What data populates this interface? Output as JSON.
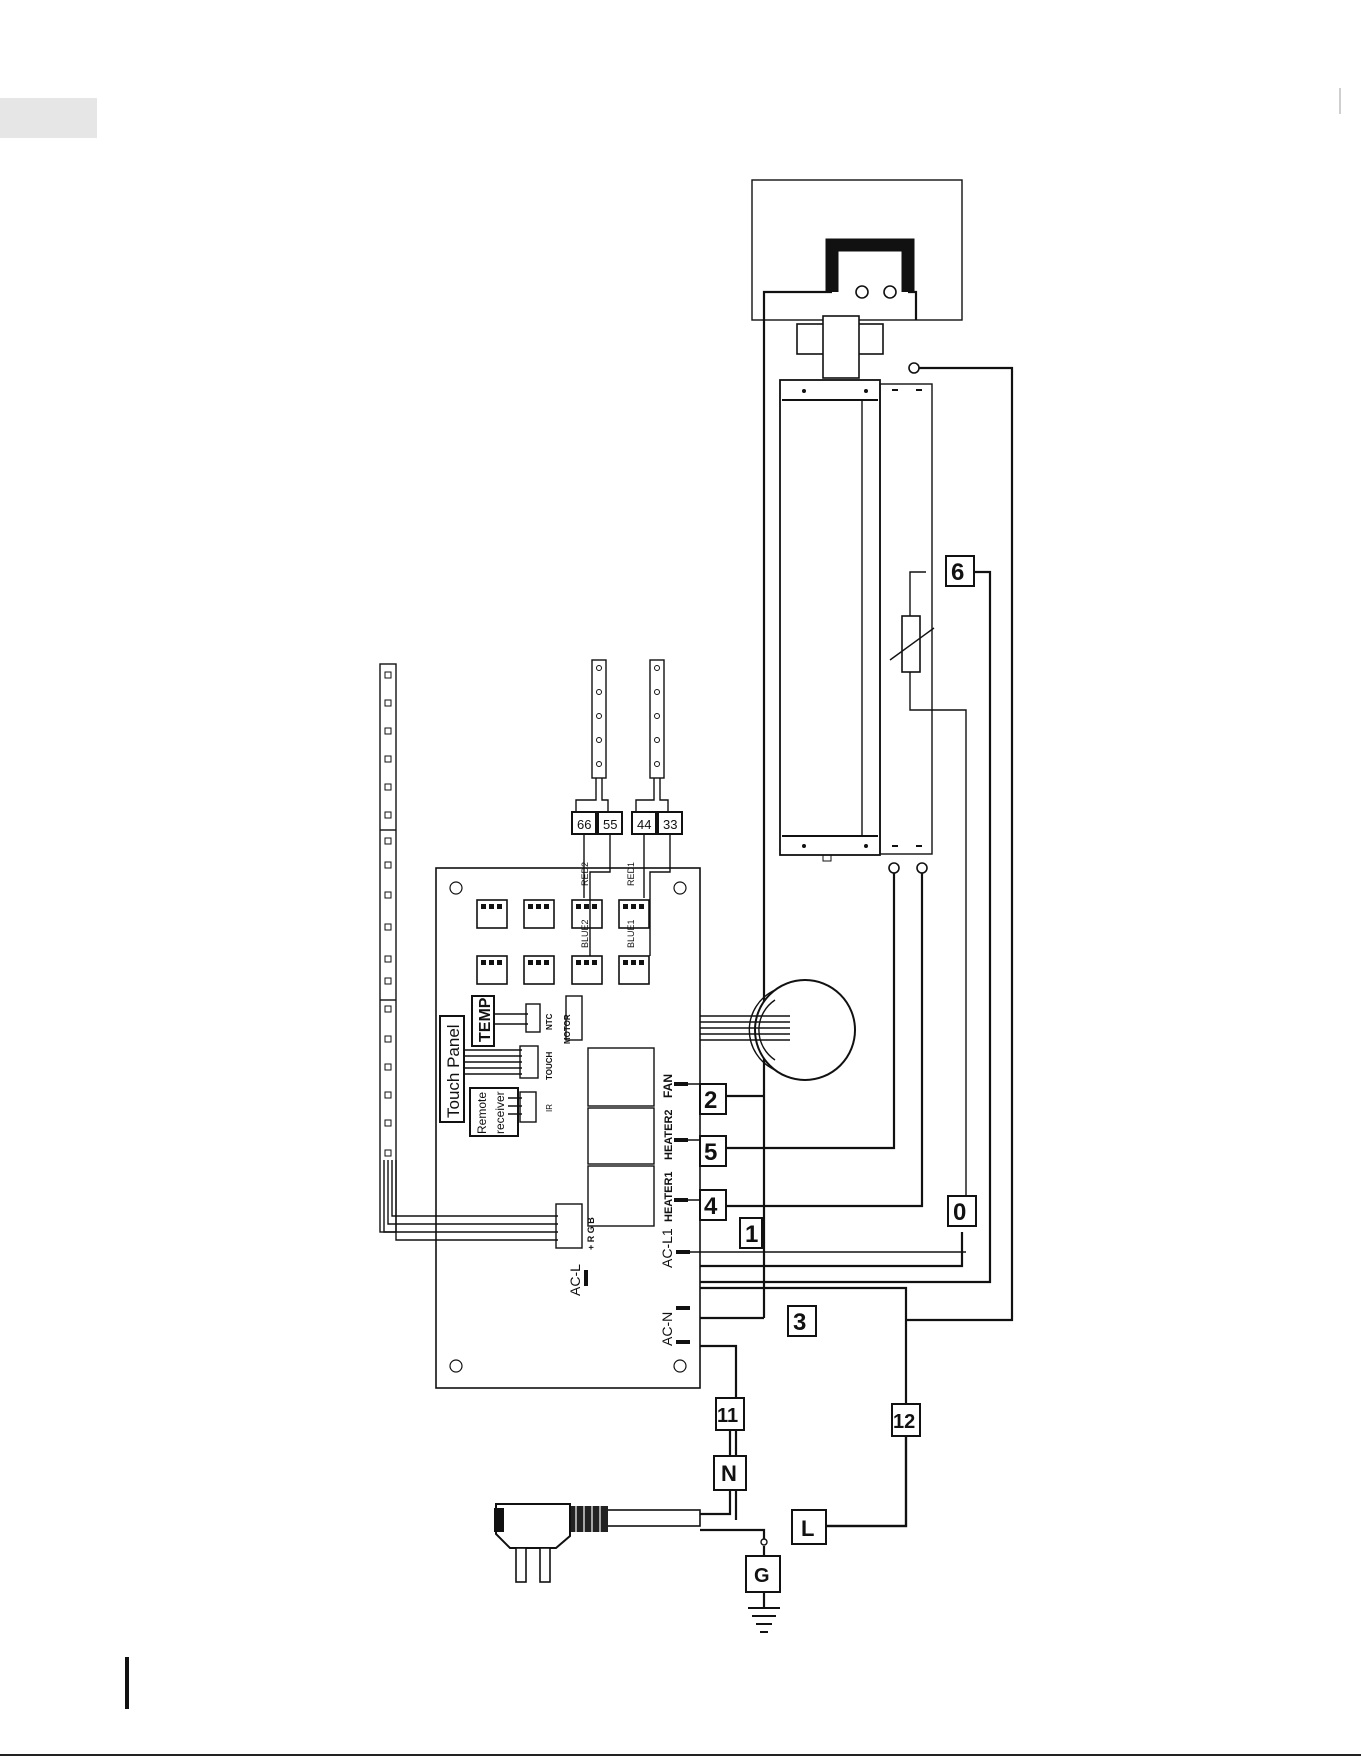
{
  "diagram": {
    "board": {
      "touch_panel": "Touch Panel",
      "temp": "TEMP",
      "remote_line1": "Remote",
      "remote_line2": "receiver",
      "ntc": "NTC",
      "touch": "TOUCH",
      "ir": "IR",
      "motor": "MOTOR",
      "rgb": "+ R G B",
      "fan": "FAN",
      "heater2": "HEATER2",
      "heater1": "HEATER1",
      "acl1": "AC-L1",
      "acl": "AC-L",
      "acn_board": "AC-N",
      "acn": "AC-N",
      "red2": "RED2",
      "red1": "RED1",
      "blue2": "BLUE2",
      "blue1": "BLUE1"
    },
    "led_connectors": [
      "66",
      "55",
      "44",
      "33"
    ],
    "wire_numbers": {
      "n0": "0",
      "n1": "1",
      "n2": "2",
      "n3": "3",
      "n4": "4",
      "n5": "5",
      "n6": "6",
      "n11": "11",
      "n12": "12"
    },
    "cord": {
      "neutral": "N",
      "live": "L",
      "ground": "G"
    }
  }
}
